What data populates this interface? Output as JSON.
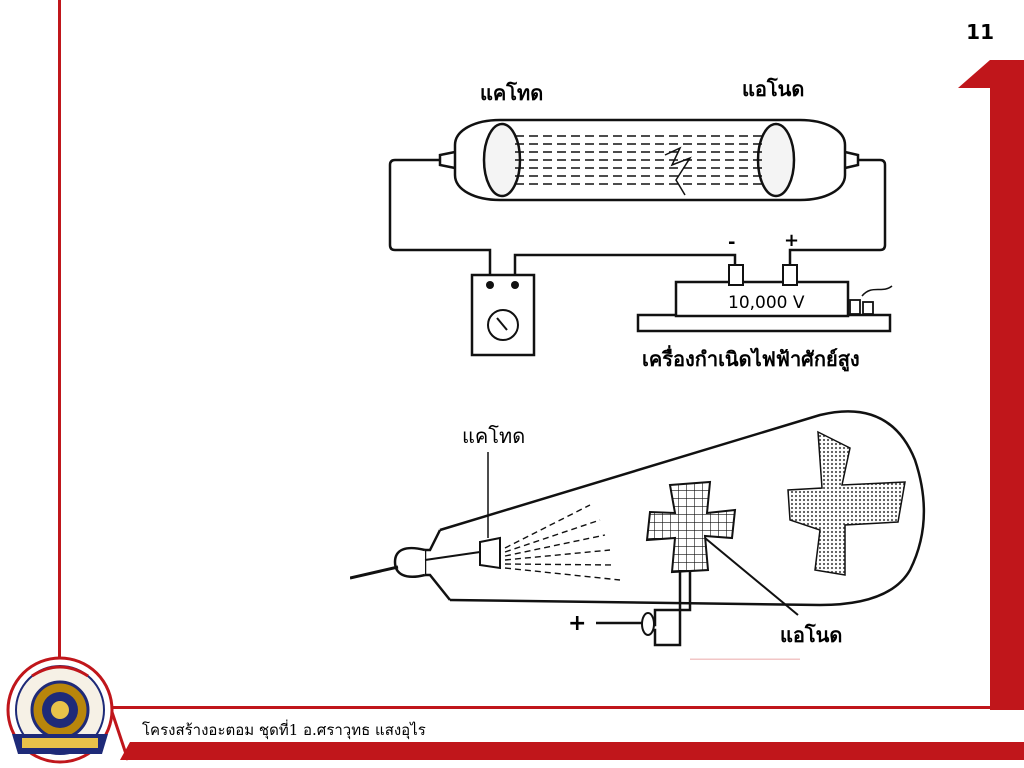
{
  "slide": {
    "number": "11",
    "footer": "โครงสร้างอะตอม ชุดที่1 อ.ศราวุทธ แสงอุไร"
  },
  "colors": {
    "accent_red": "#C0161B",
    "line": "#111111",
    "glass_edge": "#9a9a9a"
  },
  "diagram_top": {
    "cathode_label": "แคโทด",
    "anode_label": "แอโนด",
    "minus_sign": "-",
    "plus_sign": "+",
    "voltage": "10,000 V",
    "generator_label": "เครื่องกำเนิดไฟฟ้าศักย์สูง"
  },
  "diagram_bottom": {
    "cathode_label": "แคโทด",
    "plus_sign": "+",
    "anode_label": "แอโนด"
  },
  "logo": {
    "icon": "school-seal-icon"
  }
}
